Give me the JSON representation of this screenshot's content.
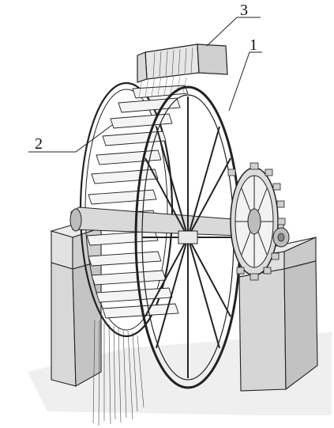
{
  "figure": {
    "labels": [
      {
        "id": "label-1",
        "text": "1"
      },
      {
        "id": "label-2",
        "text": "2"
      },
      {
        "id": "label-3",
        "text": "3"
      }
    ],
    "colors": {
      "line": "#222222",
      "pillar_front": "#d6d6d6",
      "pillar_top": "#ececec",
      "ground": "#ececec",
      "metal": "#bdbdbd",
      "paddle": "#f3f3f3"
    }
  }
}
